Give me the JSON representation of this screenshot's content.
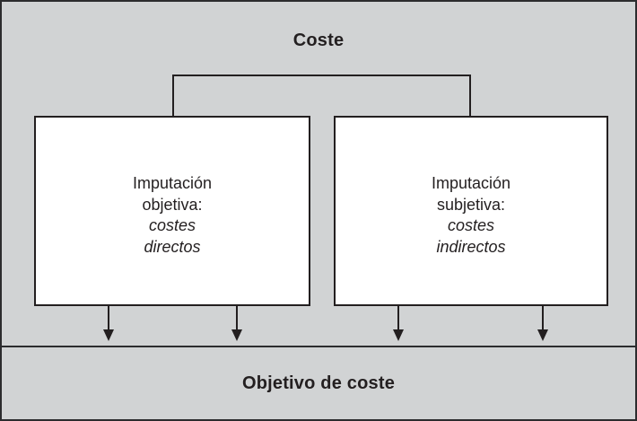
{
  "diagram": {
    "title": "Coste",
    "boxes": {
      "left": {
        "line1": "Imputación",
        "line2": "objetiva:",
        "line3": "costes",
        "line4": "directos"
      },
      "right": {
        "line1": "Imputación",
        "line2": "subjetiva:",
        "line3": "costes",
        "line4": "indirectos"
      }
    },
    "footer": "Objetivo de coste"
  },
  "colors": {
    "background": "#d1d3d4",
    "box_fill": "#ffffff",
    "line": "#231f20",
    "text": "#231f20"
  }
}
